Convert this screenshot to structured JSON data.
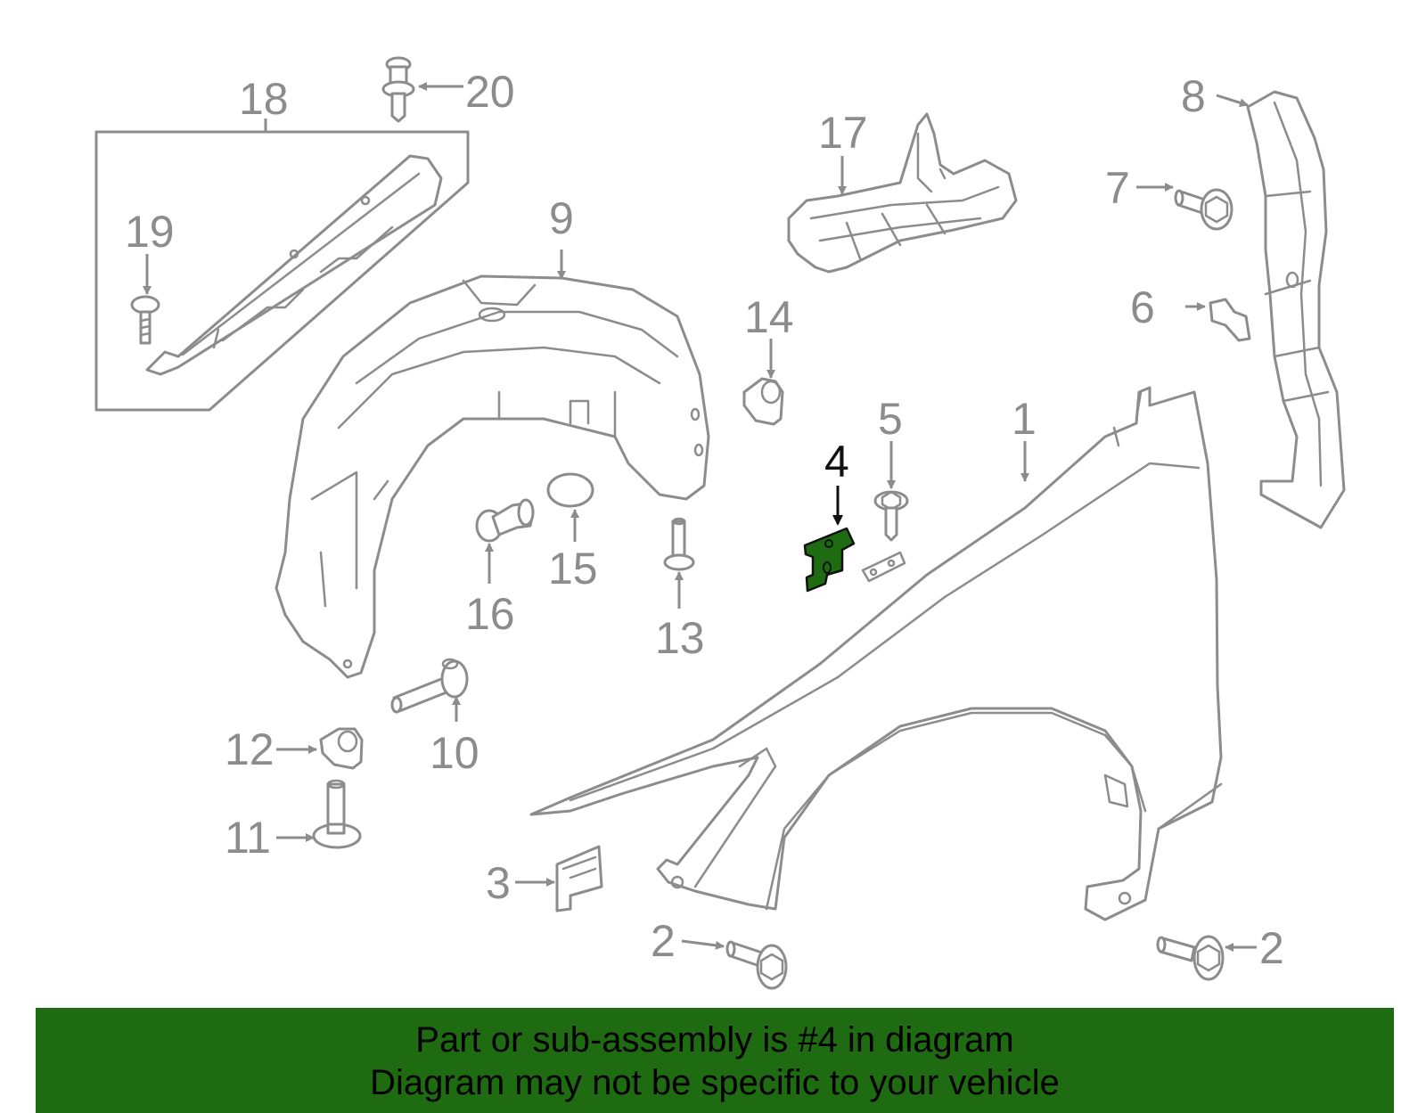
{
  "diagram": {
    "highlighted_part": "4",
    "highlight_color": "#1e6b12",
    "line_color": "#8c8c8c",
    "callouts": {
      "c1": "1",
      "c2a": "2",
      "c2b": "2",
      "c3": "3",
      "c4": "4",
      "c5": "5",
      "c6": "6",
      "c7": "7",
      "c8": "8",
      "c9": "9",
      "c10": "10",
      "c11": "11",
      "c12": "12",
      "c13": "13",
      "c14": "14",
      "c15": "15",
      "c16": "16",
      "c17": "17",
      "c18": "18",
      "c19": "19",
      "c20": "20"
    }
  },
  "banner": {
    "line1": "Part or sub-assembly is #4 in diagram",
    "line2": "Diagram may not be specific to your vehicle",
    "background": "#1e6b12"
  }
}
